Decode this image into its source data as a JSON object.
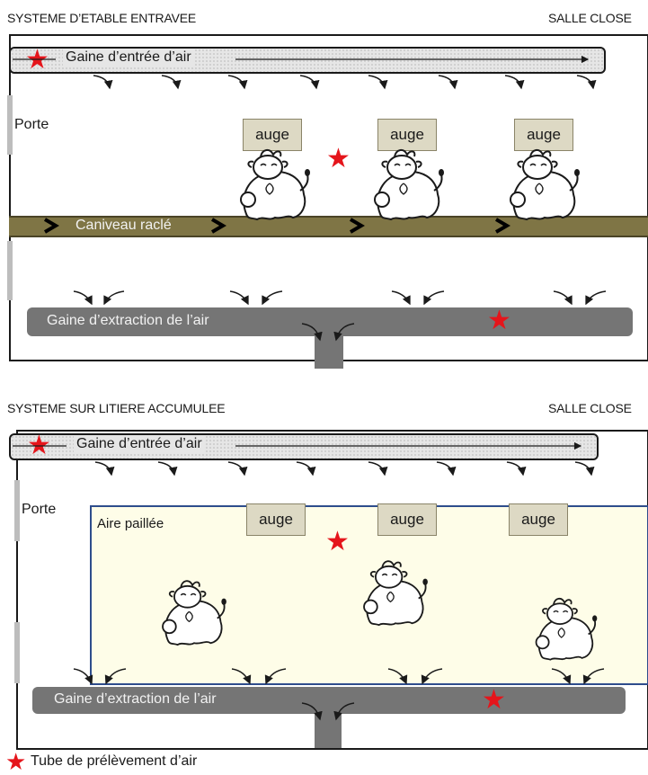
{
  "top": {
    "title": "SYSTEME D’ETABLE ENTRAVEE",
    "room_type": "SALLE CLOSE",
    "inlet_label": "Gaine d’entrée d’air",
    "door_label": "Porte",
    "trough_label": "auge",
    "gutter_label": "Caniveau raclé",
    "extraction_label": "Gaine d’extraction de l’air"
  },
  "bottom": {
    "title": "SYSTEME SUR LITIERE ACCUMULEE",
    "room_type": "SALLE CLOSE",
    "inlet_label": "Gaine d’entrée d’air",
    "door_label": "Porte",
    "straw_area_label": "Aire paillée",
    "trough_label": "auge",
    "extraction_label": "Gaine d’extraction de l’air"
  },
  "legend": {
    "label": "Tube de prélèvement d’air",
    "symbol": "star-icon",
    "color": "#e5151b"
  },
  "colors": {
    "gutter": "#7f7545",
    "extraction_duct": "#757575",
    "trough": "#ddd9c4",
    "straw_area": "#fefde8",
    "straw_border": "#2e4d8c"
  }
}
